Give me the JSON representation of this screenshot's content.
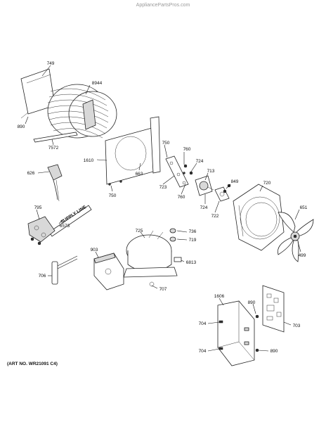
{
  "header": {
    "site": "AppliancePartsPros.com"
  },
  "footer": {
    "art_no": "(ART NO. WR21091 C4)"
  },
  "callouts": [
    "749",
    "8944",
    "890",
    "7572",
    "1610",
    "750",
    "760",
    "724",
    "713",
    "663",
    "723",
    "760",
    "849",
    "720",
    "626",
    "750",
    "724",
    "722",
    "651",
    "795",
    "6573",
    "725",
    "736",
    "719",
    "499",
    "903",
    "706",
    "6813",
    "707",
    "1606",
    "890",
    "704",
    "703",
    "704",
    "890"
  ],
  "annotations": {
    "supply_line": "SUPPLY LINE"
  }
}
